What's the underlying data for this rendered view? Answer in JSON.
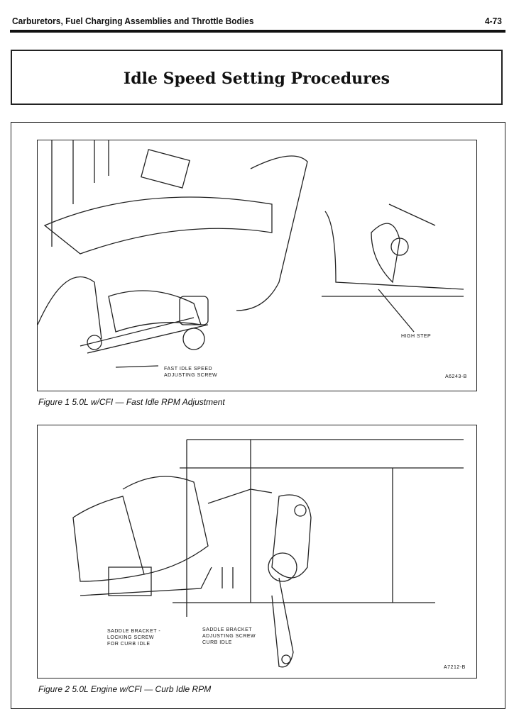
{
  "header": {
    "section": "Carburetors, Fuel Charging Assemblies and Throttle Bodies",
    "page": "4-73"
  },
  "title": "Idle Speed Setting Procedures",
  "figure1": {
    "caption": "Figure 1   5.0L w/CFI — Fast Idle RPM Adjustment",
    "callouts": [
      "FAST IDLE SPEED\nADJUSTING SCREW",
      "HIGH STEP"
    ],
    "code": "A6243-B"
  },
  "figure2": {
    "caption": "Figure 2   5.0L Engine w/CFI — Curb Idle RPM",
    "callouts": [
      "SADDLE BRACKET -\nLOCKING SCREW\nFOR CURB IDLE",
      "SADDLE BRACKET\nADJUSTING SCREW\nCURB IDLE"
    ],
    "code": "A7212-B"
  }
}
